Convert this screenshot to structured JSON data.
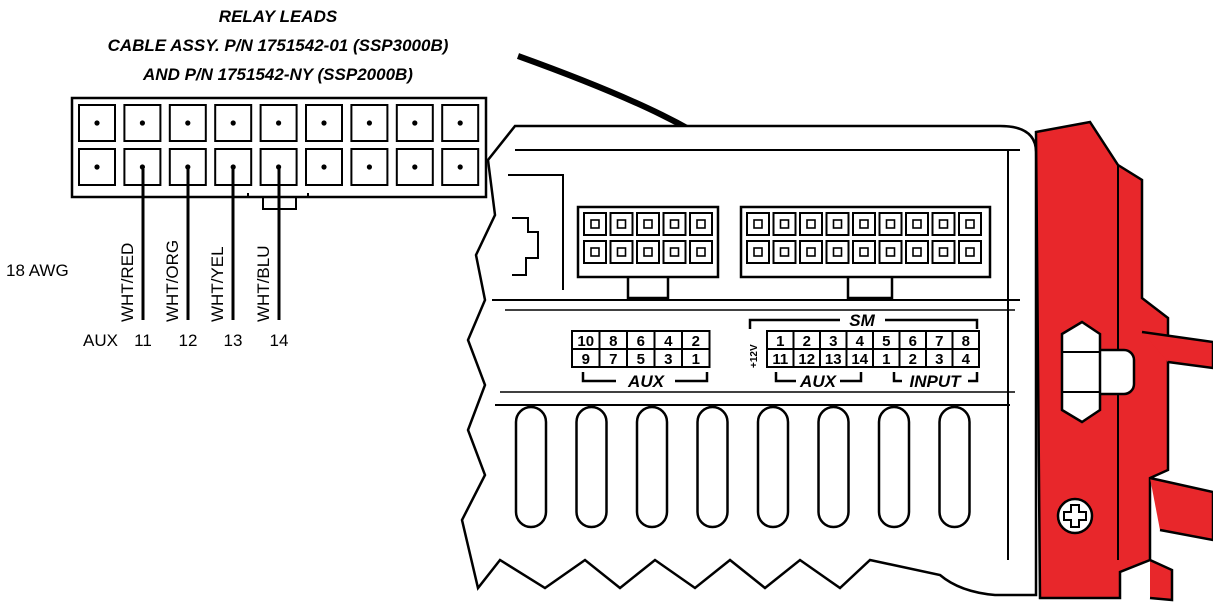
{
  "title": {
    "line1": "RELAY LEADS",
    "line2": "CABLE ASSY. P/N 1751542-01 (SSP3000B)",
    "line3": "AND P/N 1751542-NY (SSP2000B)"
  },
  "wire_gauge": "18 AWG",
  "aux_label": "AUX",
  "wires": [
    {
      "color_label": "WHT/RED",
      "aux_number": "11"
    },
    {
      "color_label": "WHT/ORG",
      "aux_number": "12"
    },
    {
      "color_label": "WHT/YEL",
      "aux_number": "13"
    },
    {
      "color_label": "WHT/BLU",
      "aux_number": "14"
    }
  ],
  "label_block": {
    "aux_top_row": [
      "10",
      "8",
      "6",
      "4",
      "2"
    ],
    "aux_bottom_row": [
      "9",
      "7",
      "5",
      "3",
      "1"
    ],
    "aux_caption": "AUX",
    "sm_caption": "SM",
    "plus12v": "+12V",
    "sm_top_row": [
      "1",
      "2",
      "3",
      "4",
      "5",
      "6",
      "7",
      "8"
    ],
    "sm_bottom_row": [
      "11",
      "12",
      "13",
      "14",
      "1",
      "2",
      "3",
      "4"
    ],
    "sm_aux_caption": "AUX",
    "input_caption": "INPUT"
  },
  "colors": {
    "line": "#000000",
    "bracket_red": "#e8272b",
    "background": "#ffffff"
  }
}
